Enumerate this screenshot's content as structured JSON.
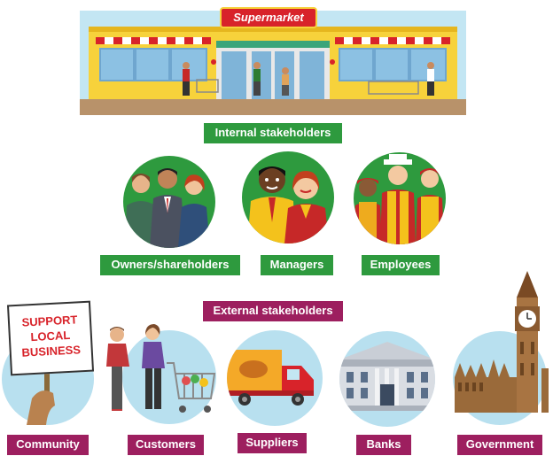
{
  "store": {
    "sign_text": "Supermarket"
  },
  "internal": {
    "heading": "Internal stakeholders",
    "groups": [
      {
        "label": "Owners/shareholders",
        "icon": "owners-icon"
      },
      {
        "label": "Managers",
        "icon": "managers-icon"
      },
      {
        "label": "Employees",
        "icon": "employees-icon"
      }
    ]
  },
  "external": {
    "heading": "External stakeholders",
    "groups": [
      {
        "label": "Community",
        "icon": "community-icon"
      },
      {
        "label": "Customers",
        "icon": "customers-icon"
      },
      {
        "label": "Suppliers",
        "icon": "suppliers-icon"
      },
      {
        "label": "Banks",
        "icon": "banks-icon"
      },
      {
        "label": "Government",
        "icon": "government-icon"
      }
    ],
    "protest_sign": {
      "line1": "SUPPORT",
      "line2": "LOCAL",
      "line3": "BUSINESS"
    }
  },
  "colors": {
    "internal_label": "#2e9a3e",
    "external_label": "#9d1f5f",
    "circle_bg": "#b8e0ef",
    "store_yellow": "#f7d23b",
    "store_red": "#d8232a"
  }
}
